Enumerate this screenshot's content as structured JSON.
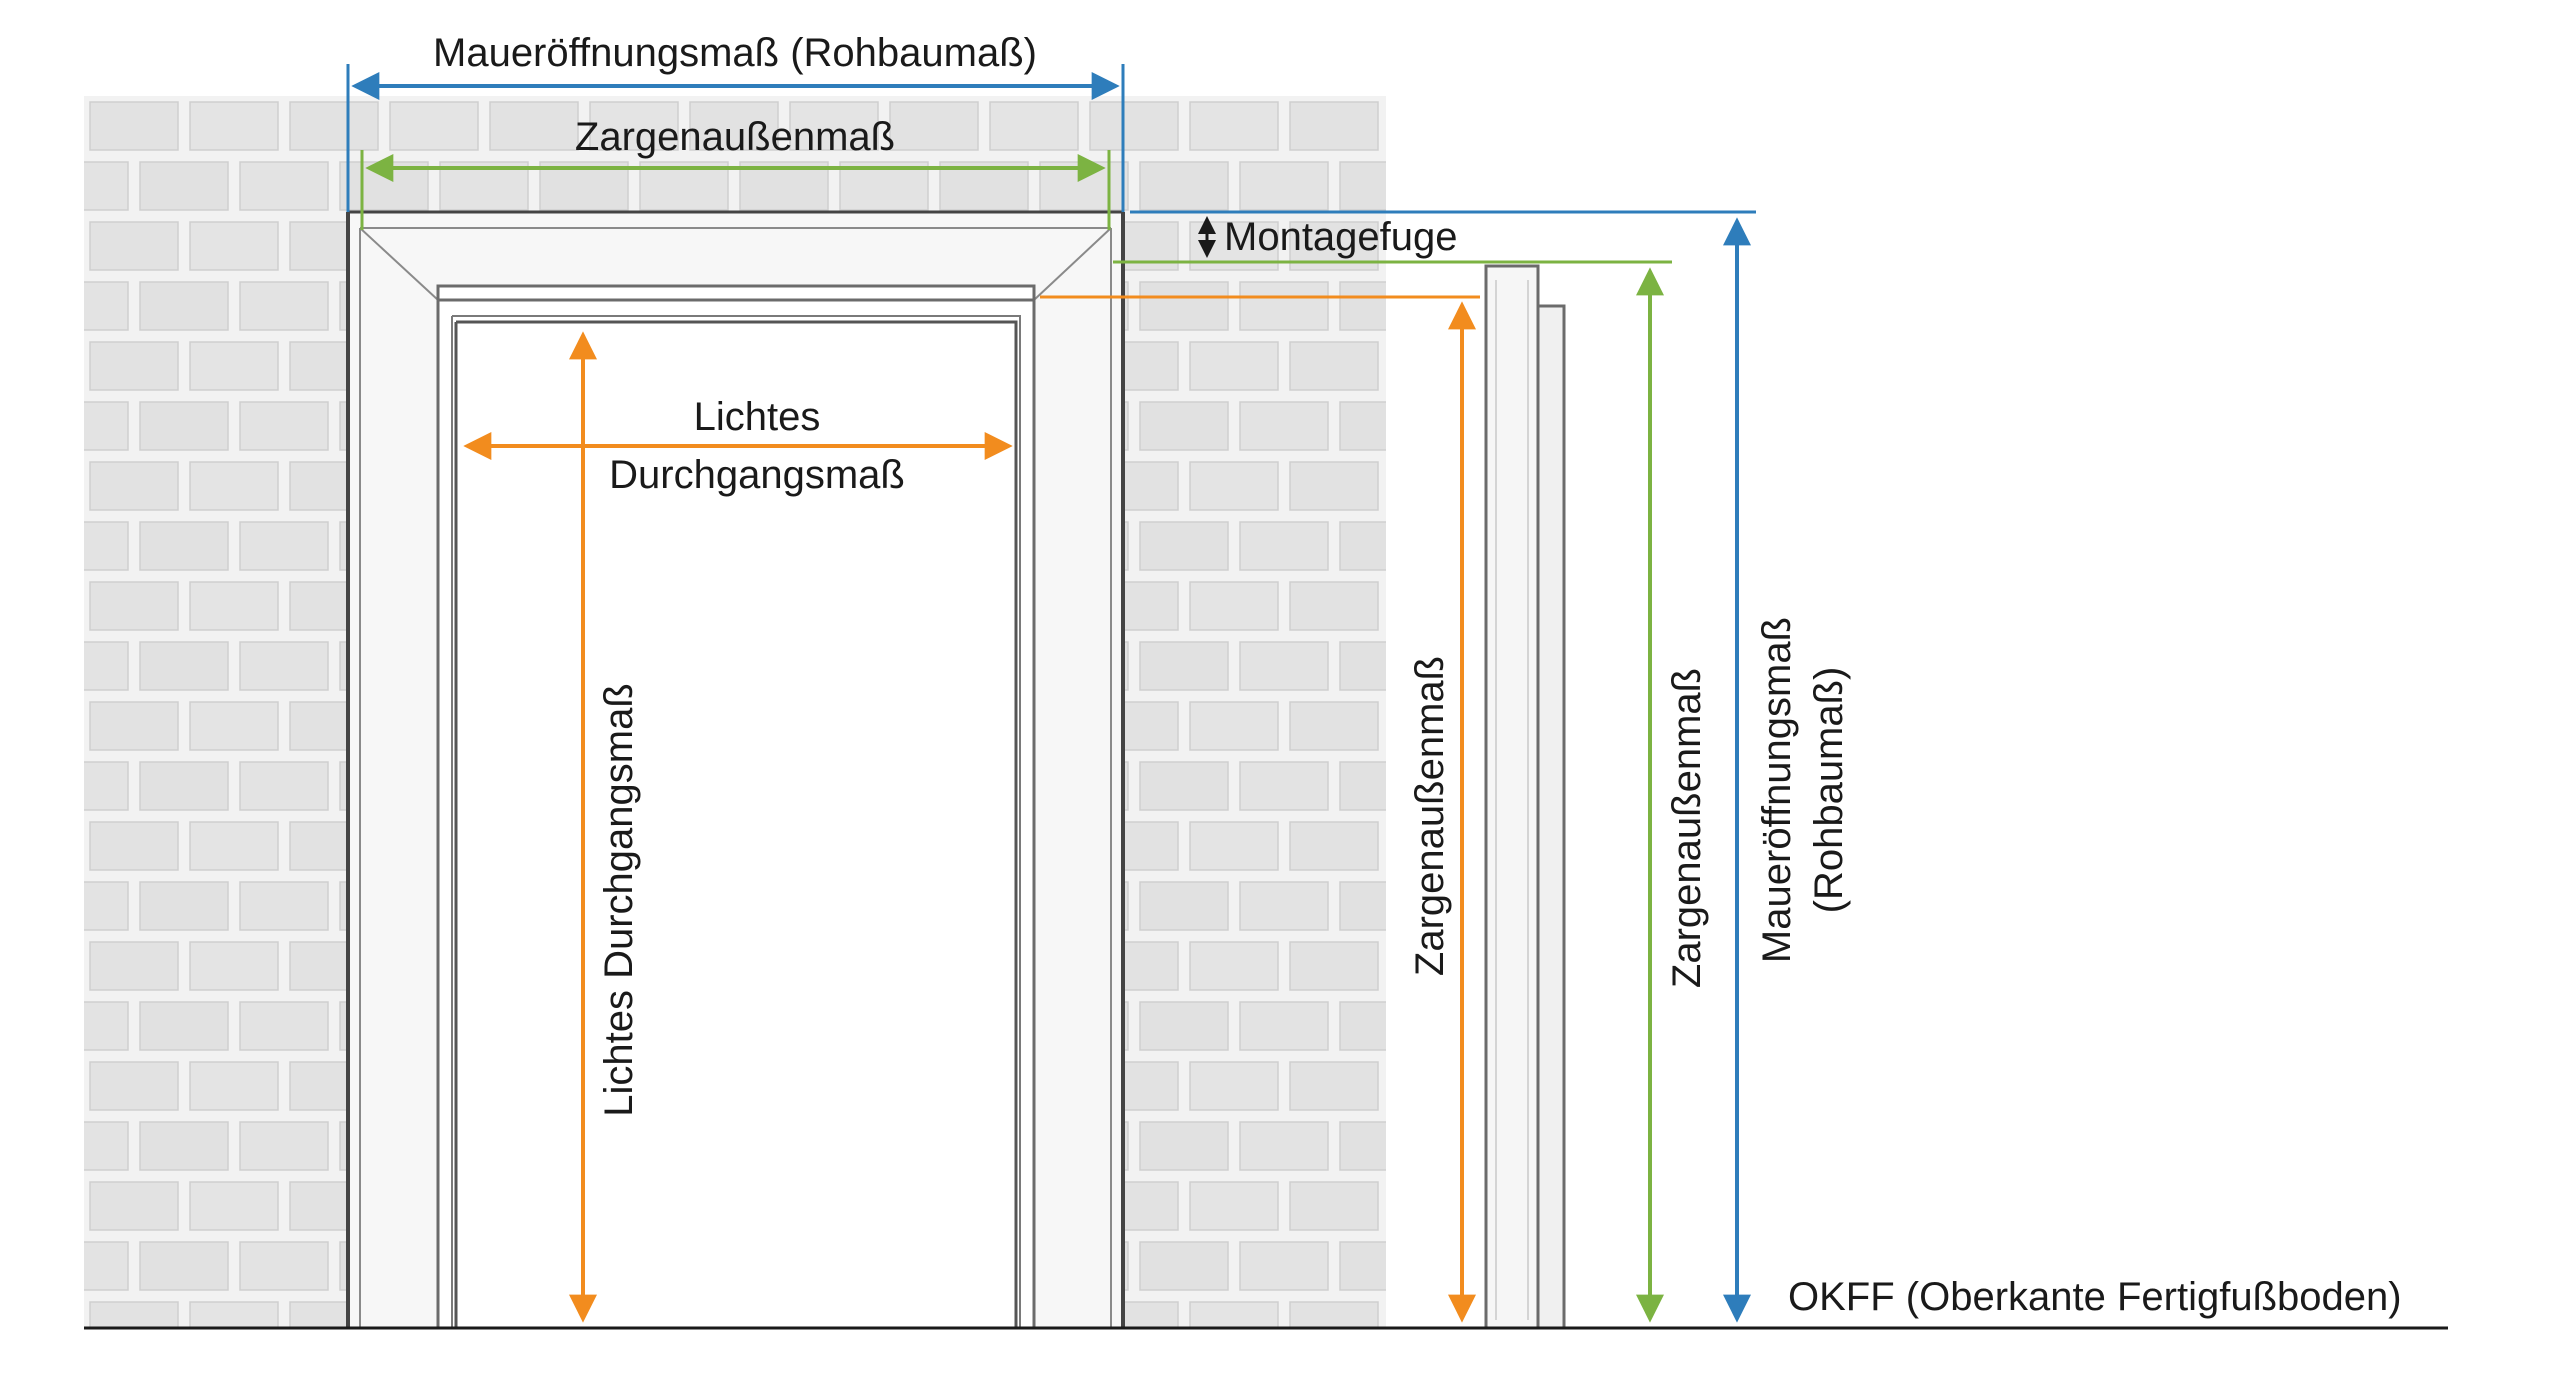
{
  "colors": {
    "blue": "#2e7dbb",
    "green": "#7cb342",
    "orange": "#f28c1e",
    "wall": "#e3e3e3",
    "mortar": "#f4f4f4",
    "frame": "#f6f6f6",
    "frame_edge": "#6b6b6b",
    "ink": "#1a1a1a"
  },
  "labels": {
    "wall_opening_top": "Maueröffnungsmaß (Rohbaumaß)",
    "frame_outer_top": "Zargenaußenmaß",
    "mounting_gap": "Montagefuge",
    "clear_width_line1": "Lichtes",
    "clear_width_line2": "Durchgangsmaß",
    "clear_height": "Lichtes Durchgangsmaß",
    "frame_outer_height_orange": "Zargenaußenmaß",
    "frame_outer_height_green": "Zargenaußenmaß",
    "wall_opening_side_line1": "Maueröffnungsmaß",
    "wall_opening_side_line2": "(Rohbaumaß)",
    "floor": "OKFF (Oberkante Fertigfußboden)"
  }
}
